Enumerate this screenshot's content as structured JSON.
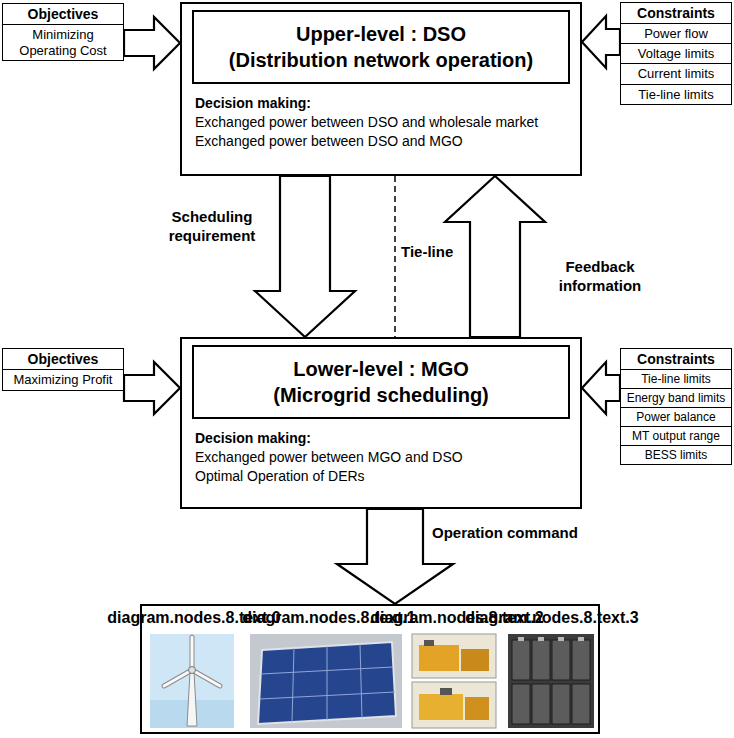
{
  "diagram": {
    "nodes": [
      {
        "text": [
          "Objectives",
          "Minimizing Operating Cost"
        ]
      },
      {
        "text": [
          "Decision making:",
          "Exchanged power between DSO and wholesale market",
          "Exchanged power between DSO and MGO"
        ]
      },
      {
        "text": [
          "Upper-level : DSO",
          "(Distribution network operation)"
        ],
        "in": 1
      },
      {
        "text": [
          "Constraints",
          "Power flow",
          "Voltage limits",
          "Current limits",
          "Tie-line limits"
        ]
      },
      {
        "text": [
          "Objectives",
          "Maximizing Profit"
        ]
      },
      {
        "text": [
          "Decision making:",
          "Exchanged power between MGO and DSO",
          "Optimal Operation of DERs"
        ]
      },
      {
        "text": [
          "Lower-level : MGO",
          "(Microgrid scheduling)"
        ],
        "in": 5
      },
      {
        "text": [
          "Constraints",
          "Tie-line limits",
          "Energy band limits",
          "Power balance",
          "MT output range",
          "BESS limits"
        ]
      },
      {
        "text": [
          "WT",
          "PV",
          "MT",
          "BESS"
        ]
      }
    ],
    "edges": [
      {
        "from": 0,
        "to": 1,
        "arrow": "to"
      },
      {
        "from": 3,
        "to": 1,
        "arrow": "to"
      },
      {
        "from": 1,
        "to": 5,
        "label": "Scheduling requirement",
        "arrow": "to"
      },
      {
        "from": 1,
        "to": 5,
        "label": "Tie-line",
        "arrow": "none"
      },
      {
        "from": 5,
        "to": 1,
        "label": "Feedback information",
        "arrow": "to"
      },
      {
        "from": 4,
        "to": 5,
        "arrow": "to"
      },
      {
        "from": 7,
        "to": 5,
        "arrow": "to"
      },
      {
        "from": 5,
        "to": 8,
        "label": "Operation command",
        "arrow": "to"
      }
    ]
  }
}
